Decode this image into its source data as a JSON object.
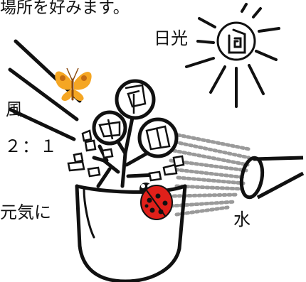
{
  "labels": {
    "top_caption": "場所を好みます。",
    "sun": "日光",
    "wind": "風",
    "ratio": "２：１",
    "healthy": "元気に",
    "water": "水"
  },
  "colors": {
    "ink": "#111111",
    "butterfly": "#f5a623",
    "butterfly_dark": "#c46b12",
    "ladybug": "#e0201a",
    "spray": "#9a9a9a",
    "background": "#ffffff"
  },
  "icons": {
    "sun": "sun-icon",
    "butterfly": "butterfly-icon",
    "ladybug": "ladybug-icon",
    "watering_can": "watering-can-icon"
  }
}
